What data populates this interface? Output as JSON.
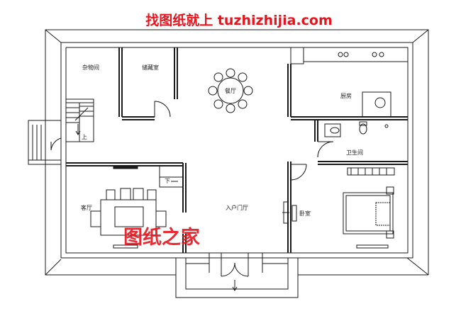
{
  "header": {
    "banner_text": "找图纸就上 tuzhizhijia.com",
    "banner_color": "#e8141c"
  },
  "watermark": {
    "text": "图纸之家",
    "color": "#e8141c"
  },
  "rooms": {
    "misc": "杂物间",
    "storage": "储藏室",
    "dining": "餐厅",
    "kitchen": "厨房",
    "bathroom": "卫生间",
    "living": "客厅",
    "entrance": "入户门厅",
    "bedroom": "卧室"
  },
  "stair_labels": {
    "up": "上",
    "down": "下"
  },
  "colors": {
    "line": "#1a1a1a",
    "background": "#ffffff"
  }
}
